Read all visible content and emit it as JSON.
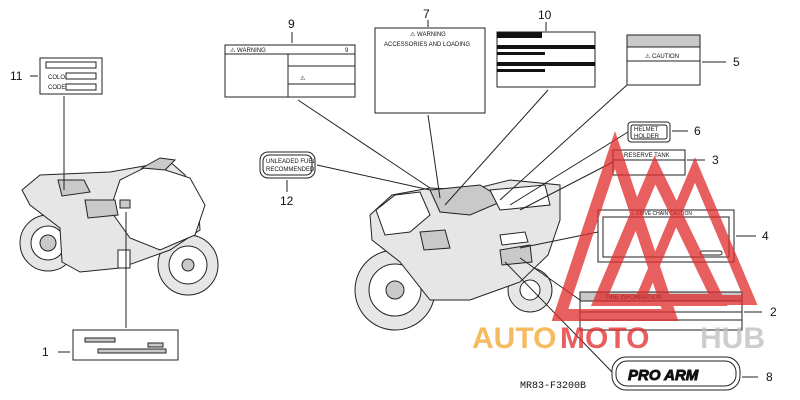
{
  "callouts": {
    "n1": "1",
    "n2": "2",
    "n3": "3",
    "n4": "4",
    "n5": "5",
    "n6": "6",
    "n7": "7",
    "n8": "8",
    "n9": "9",
    "n10": "10",
    "n11": "11",
    "n12": "12"
  },
  "labels": {
    "color_code_color": "COLOR",
    "color_code_code": "CODE",
    "warning9_title": "⚠ WARNING",
    "warning9_small": "⚠",
    "warning7_title": "⚠ WARNING",
    "warning7_sub": "ACCESSORIES AND LOADING",
    "caution_title": "⚠ CAUTION",
    "helmet_line1": "HELMET",
    "helmet_line2": "HOLDER",
    "reserve_tank": "RESERVE TANK",
    "drive_chain": "⚠ DRIVE CHAIN CAUTION",
    "unleaded_line1": "UNLEADED FUEL",
    "unleaded_line2": "RECOMMENDED",
    "tire_info": "TIRE INFORMATION",
    "pro_arm": "PRO ARM"
  },
  "part_code": "MR83-F3200B",
  "watermark": {
    "text_auto": "AUTO",
    "text_moto": "MOTO",
    "text_hub": "HUB",
    "color_red": "#e02a2a",
    "color_orange": "#f4a52a",
    "color_gray": "#bdbdbd"
  }
}
